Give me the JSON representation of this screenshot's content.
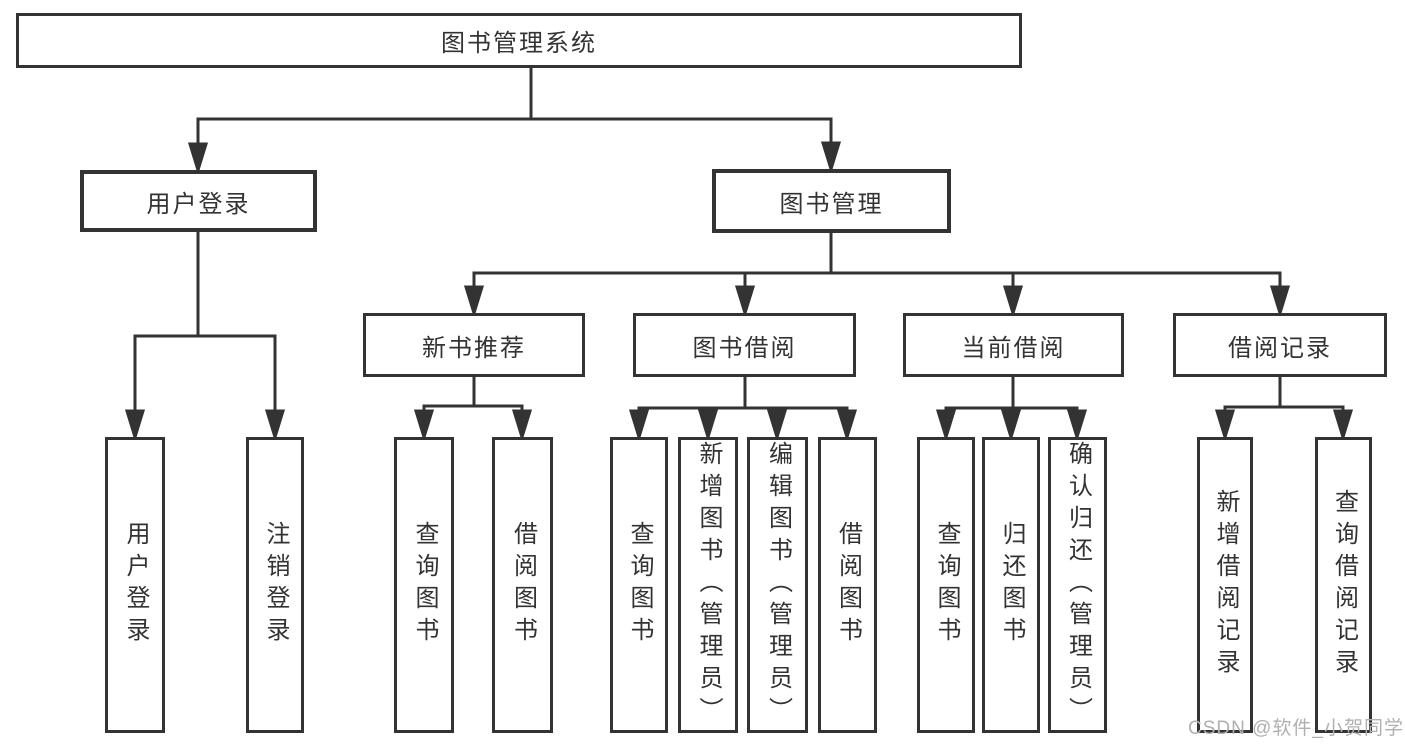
{
  "tree": {
    "root": "图书管理系统",
    "children": [
      {
        "label": "用户登录",
        "children": [
          {
            "label": "用户登录"
          },
          {
            "label": "注销登录"
          }
        ]
      },
      {
        "label": "图书管理",
        "children": [
          {
            "label": "新书推荐",
            "children": [
              {
                "label": "查询图书"
              },
              {
                "label": "借阅图书"
              }
            ]
          },
          {
            "label": "图书借阅",
            "children": [
              {
                "label": "查询图书"
              },
              {
                "label": "新增图书（管理员）"
              },
              {
                "label": "编辑图书（管理员）"
              },
              {
                "label": "借阅图书"
              }
            ]
          },
          {
            "label": "当前借阅",
            "children": [
              {
                "label": "查询图书"
              },
              {
                "label": "归还图书"
              },
              {
                "label": "确认归还（管理员）"
              }
            ]
          },
          {
            "label": "借阅记录",
            "children": [
              {
                "label": "新增借阅记录"
              },
              {
                "label": "查询借阅记录"
              }
            ]
          }
        ]
      }
    ]
  },
  "watermark": {
    "text": "CSDN @软件_小贺同学"
  },
  "colors": {
    "border": "#333333",
    "text": "#333333",
    "line": "#333333",
    "background": "#ffffff",
    "watermark": "#b0b0b0"
  }
}
